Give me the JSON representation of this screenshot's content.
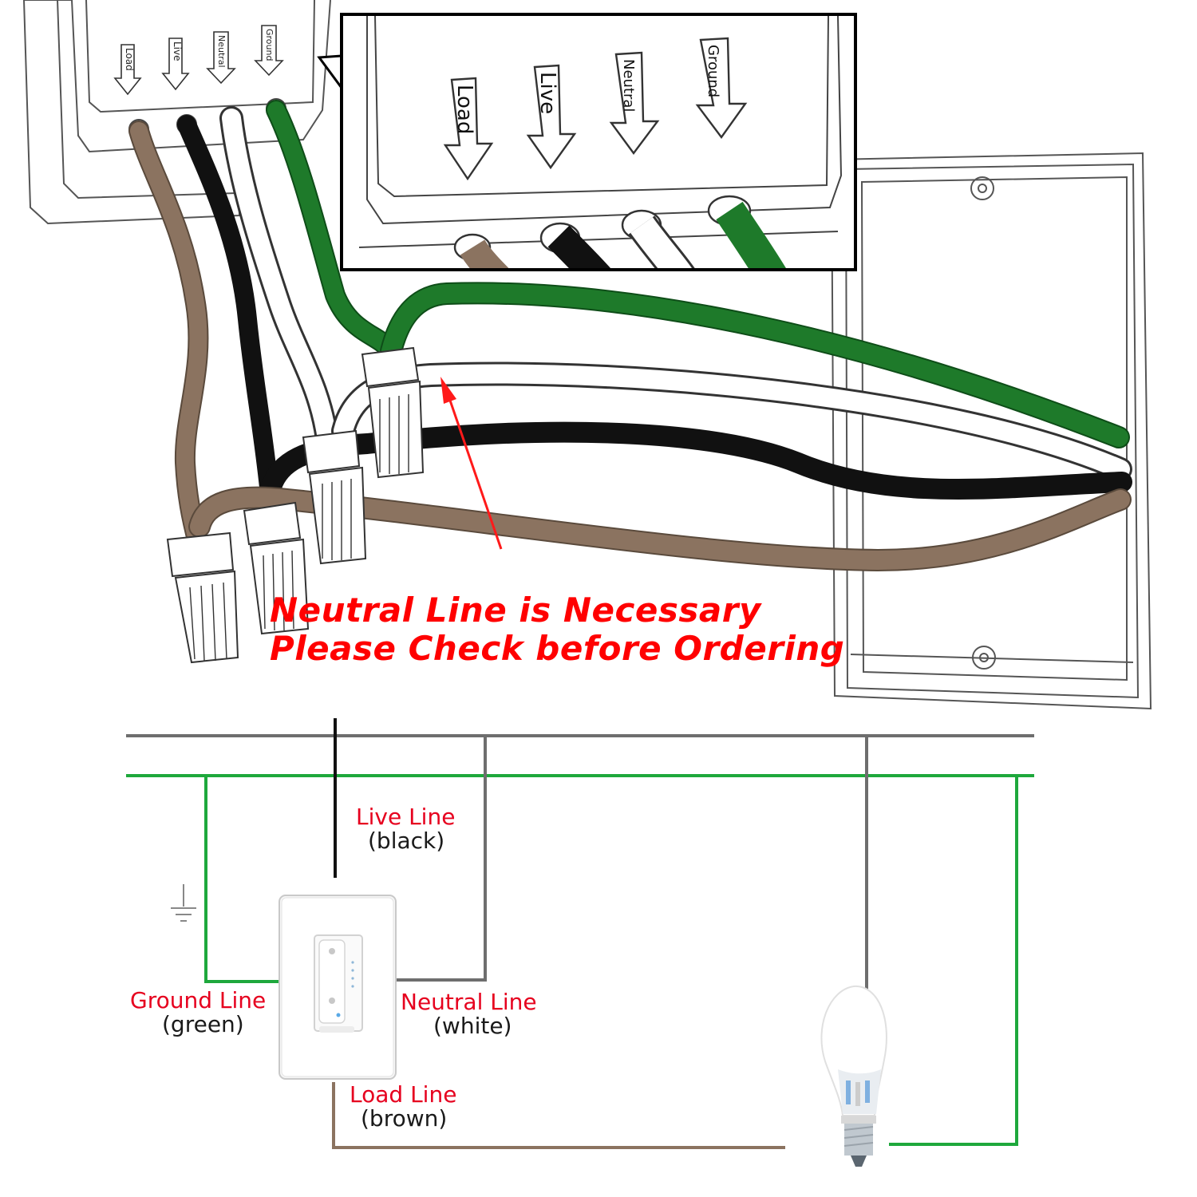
{
  "device_terminals": {
    "load": "Load",
    "live": "Live",
    "neutral": "Neutral",
    "ground": "Ground"
  },
  "warning": {
    "line1": "Neutral Line is Necessary",
    "line2": "Please Check before Ordering"
  },
  "schematic": {
    "live": {
      "name": "Live Line",
      "color_word": "(black)"
    },
    "ground": {
      "name": "Ground Line",
      "color_word": "(green)"
    },
    "neutral": {
      "name": "Neutral Line",
      "color_word": "(white)"
    },
    "load": {
      "name": "Load Line",
      "color_word": "(brown)"
    }
  },
  "colors": {
    "brown_wire": "#8b7360",
    "black_wire": "#111111",
    "white_wire": "#ffffff",
    "green_wire": "#1e7a2a",
    "red_label": "#e6001e",
    "bus_red": "#e0141e",
    "bus_gray": "#6e6e6e",
    "bus_green": "#1ea83c",
    "arrow_red": "#ff1a1a"
  }
}
